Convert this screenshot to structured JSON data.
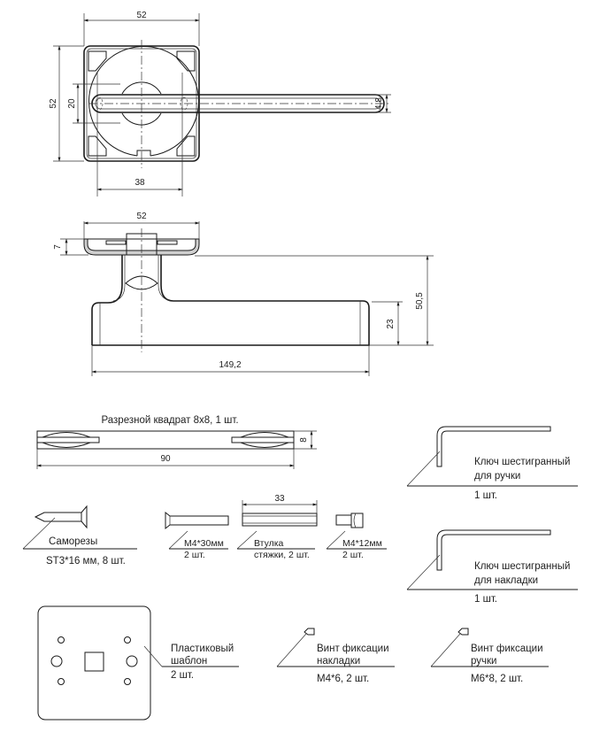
{
  "drawing": {
    "top_view": {
      "dim_width": "52",
      "dim_height": "52",
      "dim_inner": "20",
      "dim_bottom": "38",
      "dim_lever": "4,8"
    },
    "side_view": {
      "dim_width": "52",
      "dim_rose": "7",
      "dim_total_height": "50,5",
      "dim_lever_height": "23",
      "dim_length": "149,2"
    }
  },
  "parts": {
    "spindle": {
      "label": "Разрезной квадрат 8х8, 1 шт.",
      "dim_length": "90",
      "dim_section": "8"
    },
    "hex_key_handle": {
      "line1": "Ключ шестигранный",
      "line2": "для ручки",
      "qty": "1 шт."
    },
    "hex_key_rose": {
      "line1": "Ключ шестигранный",
      "line2": "для накладки",
      "qty": "1 шт."
    },
    "self_tapping": {
      "line1": "Саморезы",
      "line2": "ST3*16 мм, 8 шт."
    },
    "screw_m4_30": {
      "line1": "М4*30мм",
      "line2": "2 шт."
    },
    "sleeve": {
      "dim_length": "33",
      "line1": "Втулка",
      "line2": "стяжки, 2 шт."
    },
    "screw_m4_12": {
      "line1": "М4*12мм",
      "line2": "2 шт."
    },
    "template": {
      "line1": "Пластиковый",
      "line2": "шаблон",
      "qty": "2 шт."
    },
    "set_screw_rose": {
      "line1": "Винт фиксации",
      "line2": "накладки",
      "line3": "М4*6, 2 шт."
    },
    "set_screw_handle": {
      "line1": "Винт фиксации",
      "line2": "ручки",
      "line3": "М6*8, 2 шт."
    }
  }
}
